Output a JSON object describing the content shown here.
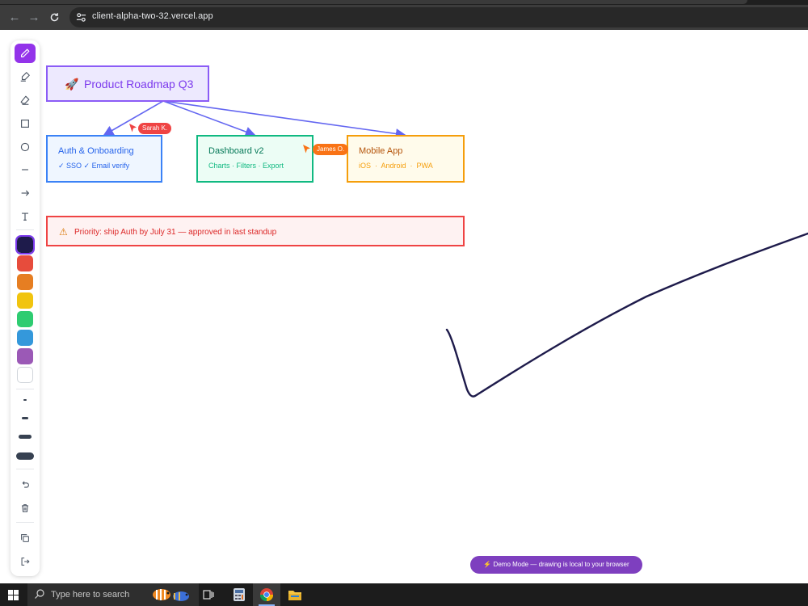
{
  "browser": {
    "url": "client-alpha-two-32.vercel.app",
    "nav": {
      "back_icon": "back-arrow-icon",
      "forward_icon": "forward-arrow-icon",
      "reload_icon": "reload-icon"
    }
  },
  "toolbar": {
    "tools": [
      "pencil",
      "highlighter",
      "eraser",
      "rectangle",
      "ellipse",
      "line",
      "arrow",
      "text"
    ],
    "active_tool": "pencil",
    "colors": [
      "#1e1b4b",
      "#e74c3c",
      "#e67e22",
      "#f1c40f",
      "#2ecc71",
      "#3498db",
      "#9b59b6",
      "#ffffff"
    ],
    "selected_color": "#1e1b4b",
    "stroke_widths": [
      "thin",
      "medium",
      "thick",
      "extra-thick"
    ],
    "actions": [
      "undo",
      "clear",
      "copy",
      "exit"
    ]
  },
  "board": {
    "title": {
      "icon": "🚀",
      "text": "Product Roadmap Q3"
    },
    "cards": [
      {
        "title": "Auth & Onboarding",
        "subtitle": "✓ SSO ✓ Email verify",
        "color": "#3b82f6"
      },
      {
        "title": "Dashboard v2",
        "subtitle": "Charts · Filters · Export",
        "color": "#10b981"
      },
      {
        "title": "Mobile App",
        "subtitle": "iOS  ·  Android  ·  PWA",
        "color": "#f59e0b"
      }
    ],
    "priority": {
      "icon": "⚠",
      "text": "Priority: ship Auth by July 31 — approved in last standup"
    },
    "connector_color": "#6366f1"
  },
  "collaborators": [
    {
      "name": "Sarah K.",
      "color": "#ef4444"
    },
    {
      "name": "James O.",
      "color": "#f97316"
    }
  ],
  "demo_badge": "⚡ Demo Mode — drawing is local to your browser",
  "taskbar": {
    "search_placeholder": "Type here to search",
    "apps": [
      "task-view",
      "calculator",
      "chrome",
      "file-explorer"
    ]
  }
}
